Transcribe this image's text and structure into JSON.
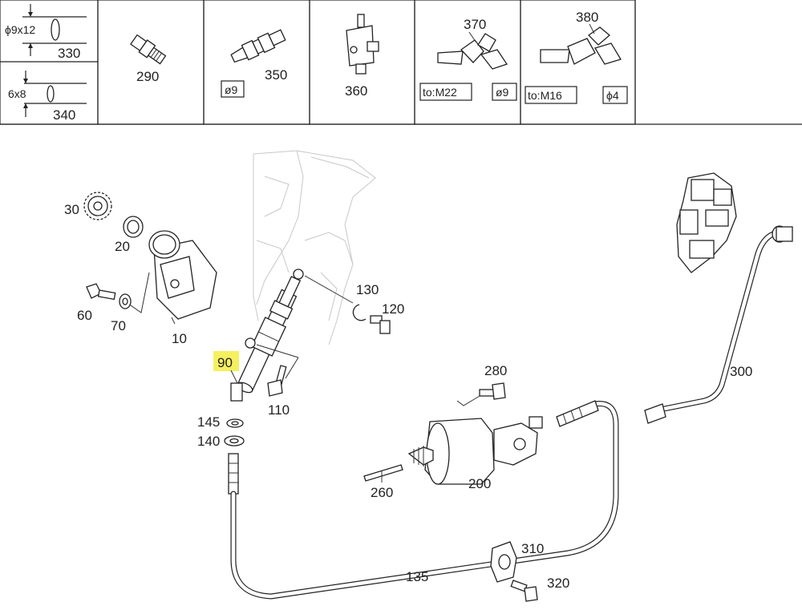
{
  "header_row": {
    "pipe_330": {
      "size": "ϕ9x12",
      "number": "330"
    },
    "pipe_340": {
      "size": "6x8",
      "number": "340"
    },
    "fitting_290": {
      "number": "290"
    },
    "fitting_350": {
      "number": "350",
      "tag": "ø9"
    },
    "fitting_360": {
      "number": "360"
    },
    "fitting_370": {
      "number": "370",
      "tag_left": "to:M22",
      "tag_right": "ø9"
    },
    "fitting_380": {
      "number": "380",
      "tag_left": "to:M16",
      "tag_right": "ϕ4"
    }
  },
  "callouts": {
    "p30": "30",
    "p20": "20",
    "p60": "60",
    "p70": "70",
    "p10": "10",
    "p90": "90",
    "p130": "130",
    "p120": "120",
    "p110": "110",
    "p145": "145",
    "p140": "140",
    "p280": "280",
    "p260": "260",
    "p200": "200",
    "p300": "300",
    "p310": "310",
    "p320": "320",
    "p135": "135"
  },
  "colors": {
    "highlight": "#f5f060",
    "line": "#222222",
    "ghost": "#c8c8c8"
  }
}
